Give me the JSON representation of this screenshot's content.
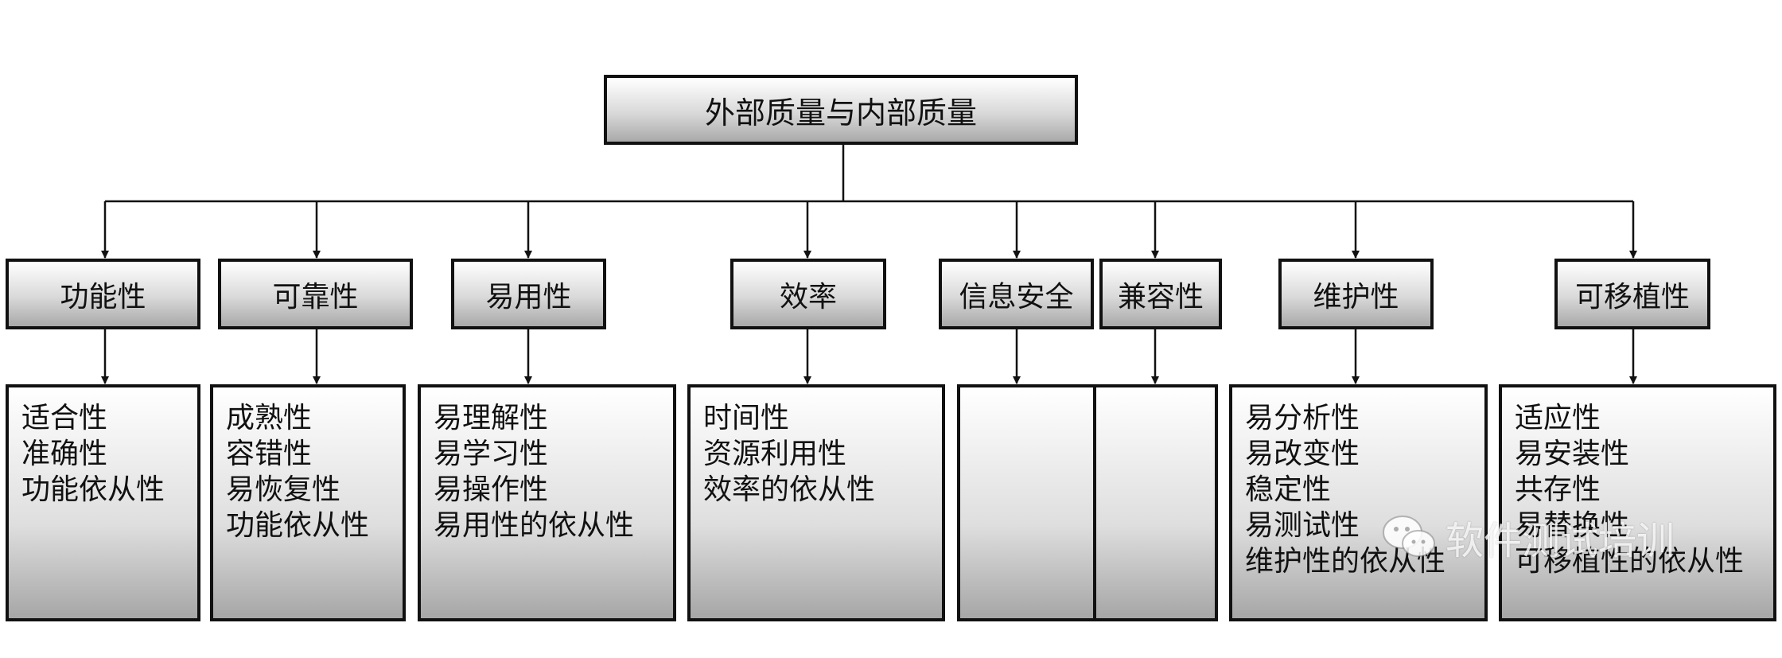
{
  "root": {
    "label": "外部质量与内部质量"
  },
  "categories": [
    {
      "label": "功能性",
      "items": [
        "适合性",
        "准确性",
        "功能依从性"
      ]
    },
    {
      "label": "可靠性",
      "items": [
        "成熟性",
        "容错性",
        "易恢复性",
        "功能依从性"
      ]
    },
    {
      "label": "易用性",
      "items": [
        "易理解性",
        "易学习性",
        "易操作性",
        "易用性的依从性"
      ]
    },
    {
      "label": "效率",
      "items": [
        "时间性",
        "资源利用性",
        "效率的依从性"
      ]
    },
    {
      "label": "信息安全",
      "items": []
    },
    {
      "label": "兼容性",
      "items": []
    },
    {
      "label": "维护性",
      "items": [
        "易分析性",
        "易改变性",
        "稳定性",
        "易测试性",
        "维护性的依从性"
      ]
    },
    {
      "label": "可移植性",
      "items": [
        "适应性",
        "易安装性",
        "共存性",
        "易替换性",
        "可移植性的依从性"
      ]
    }
  ],
  "watermark": {
    "icon": "wechat-icon",
    "text": "软件测试培训"
  }
}
